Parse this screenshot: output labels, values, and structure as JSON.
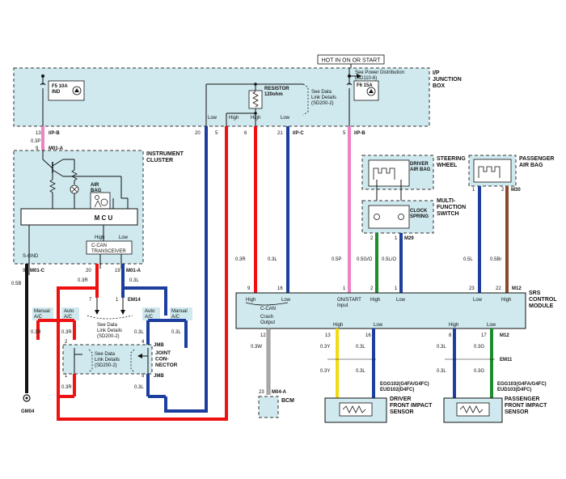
{
  "header": {
    "hot_label": "HOT IN ON OR START"
  },
  "ip_box": {
    "name": "I/P\nJUNCTION\nBOX",
    "fuse_left": "F5 10A\nIND",
    "fuse_right": "F6 15A",
    "power_note": "See Power Distribution\n(SD110-6)",
    "resistor": "RESISTOR\n120ohm",
    "data_link_note": "See Data\nLink Details\n(SD200-2)",
    "conn_ipb": "I/P-B",
    "conn_ipc": "I/P-C",
    "pin_13": "13",
    "pin_20": "20",
    "pin_5": "5",
    "pin_6": "6",
    "pin_21": "21",
    "pin_5b": "5",
    "low": "Low",
    "high": "High"
  },
  "cluster": {
    "name": "INSTRUMENT\nCLUSTER",
    "conn_m01a": "M01-A",
    "conn_m01c": "M01-C",
    "airbag": "AIR\nBAG",
    "mcu": "M C U",
    "transceiver": "C-CAN\nTRANSCEIVER",
    "sgnd": "S-GND",
    "high": "High",
    "low": "Low",
    "pin_9": "9",
    "pin_20": "20",
    "pin_19": "19"
  },
  "wires": {
    "w_03p": "0.3P",
    "w_05b": "0.5B",
    "w_03r": "0.3R",
    "w_03l": "0.3L",
    "w_05p": "0.5P",
    "w_05go": "0.5G/O",
    "w_05lo": "0.5L/O",
    "w_05l": "0.5L",
    "w_05br": "0.5Br",
    "w_03w": "0.3W",
    "w_03y": "0.3Y",
    "w_03g": "0.3G"
  },
  "joints": {
    "em14": "EM14",
    "jmb": "JMB",
    "joint_connector": "JOINT\nCON-\nNECTOR",
    "data_link_note": "See Data\nLink Details\n(SD200-2)",
    "manual_ac": "Manual\nA/C",
    "auto_ac": "Auto\nA/C",
    "pin_7": "7",
    "pin_1": "1",
    "pin_4": "4",
    "pin_5": "5",
    "pin_2": "2"
  },
  "ground": {
    "label": "GM04"
  },
  "steering": {
    "name": "STEERING\nWHEEL",
    "driver_airbag": "DRIVER\nAIR BAG",
    "mfs": "MULTI-\nFUNCTION\nSWITCH",
    "clock_spring": "CLOCK\nSPRING",
    "conn": "M29"
  },
  "passenger_airbag": {
    "name": "PASSENGER\nAIR BAG",
    "conn": "M30"
  },
  "srs": {
    "name": "SRS\nCONTROL\nMODULE",
    "ccan": "C-CAN",
    "high": "High",
    "low": "Low",
    "onstart": "ON/START\nInput",
    "crash": "Crash\nOutput",
    "conn_m12": "M12",
    "conn_em11": "EM11",
    "pins_top": [
      "9",
      "16",
      "1",
      "2",
      "1",
      "23",
      "22"
    ],
    "pins_bottom": [
      "12",
      "13",
      "16",
      "8",
      "17"
    ]
  },
  "bcm": {
    "name": "BCM",
    "conn": "M04-A",
    "pin": "23"
  },
  "driver_sensor": {
    "name": "DRIVER\nFRONT IMPACT\nSENSOR",
    "conn": "EGG102(G4FA/G4FC)\nEUD102(D4FC)",
    "high": "High",
    "low": "Low"
  },
  "passenger_sensor": {
    "name": "PASSENGER\nFRONT IMPACT\nSENSOR",
    "conn": "EGG103(G4FA/G4FC)\nEUD103(D4FC)",
    "high": "High",
    "low": "Low"
  },
  "colors": {
    "box_fill": "#cfe9ee",
    "red": "#ee1111",
    "blue": "#1d3e9e",
    "pink": "#ee82c6",
    "green": "#1c8c2c",
    "brown": "#8a4a2b",
    "yellow": "#f2dc10",
    "black": "#111111",
    "white_wire": "#aaaaaa"
  }
}
